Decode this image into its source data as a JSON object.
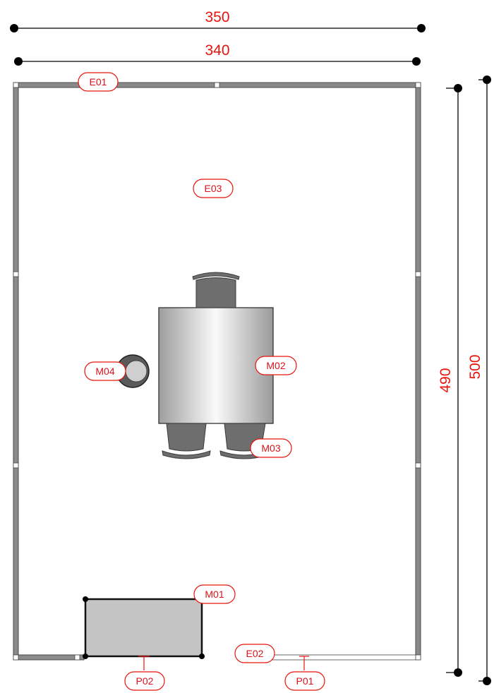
{
  "colors": {
    "dimension_text": "#e8140c",
    "tag_outline": "#e8140c",
    "wall": "#8a8a8a",
    "furniture_dark": "#6e6e6e",
    "desk_fill": "#c4c4c4"
  },
  "dimensions": {
    "outer_width": "350",
    "inner_width": "340",
    "inner_height": "490",
    "outer_height": "500"
  },
  "labels": {
    "e01": "E01",
    "e02": "E02",
    "e03": "E03",
    "m01": "M01",
    "m02": "M02",
    "m03": "M03",
    "m04": "M04",
    "p01": "P01",
    "p02": "P02"
  }
}
